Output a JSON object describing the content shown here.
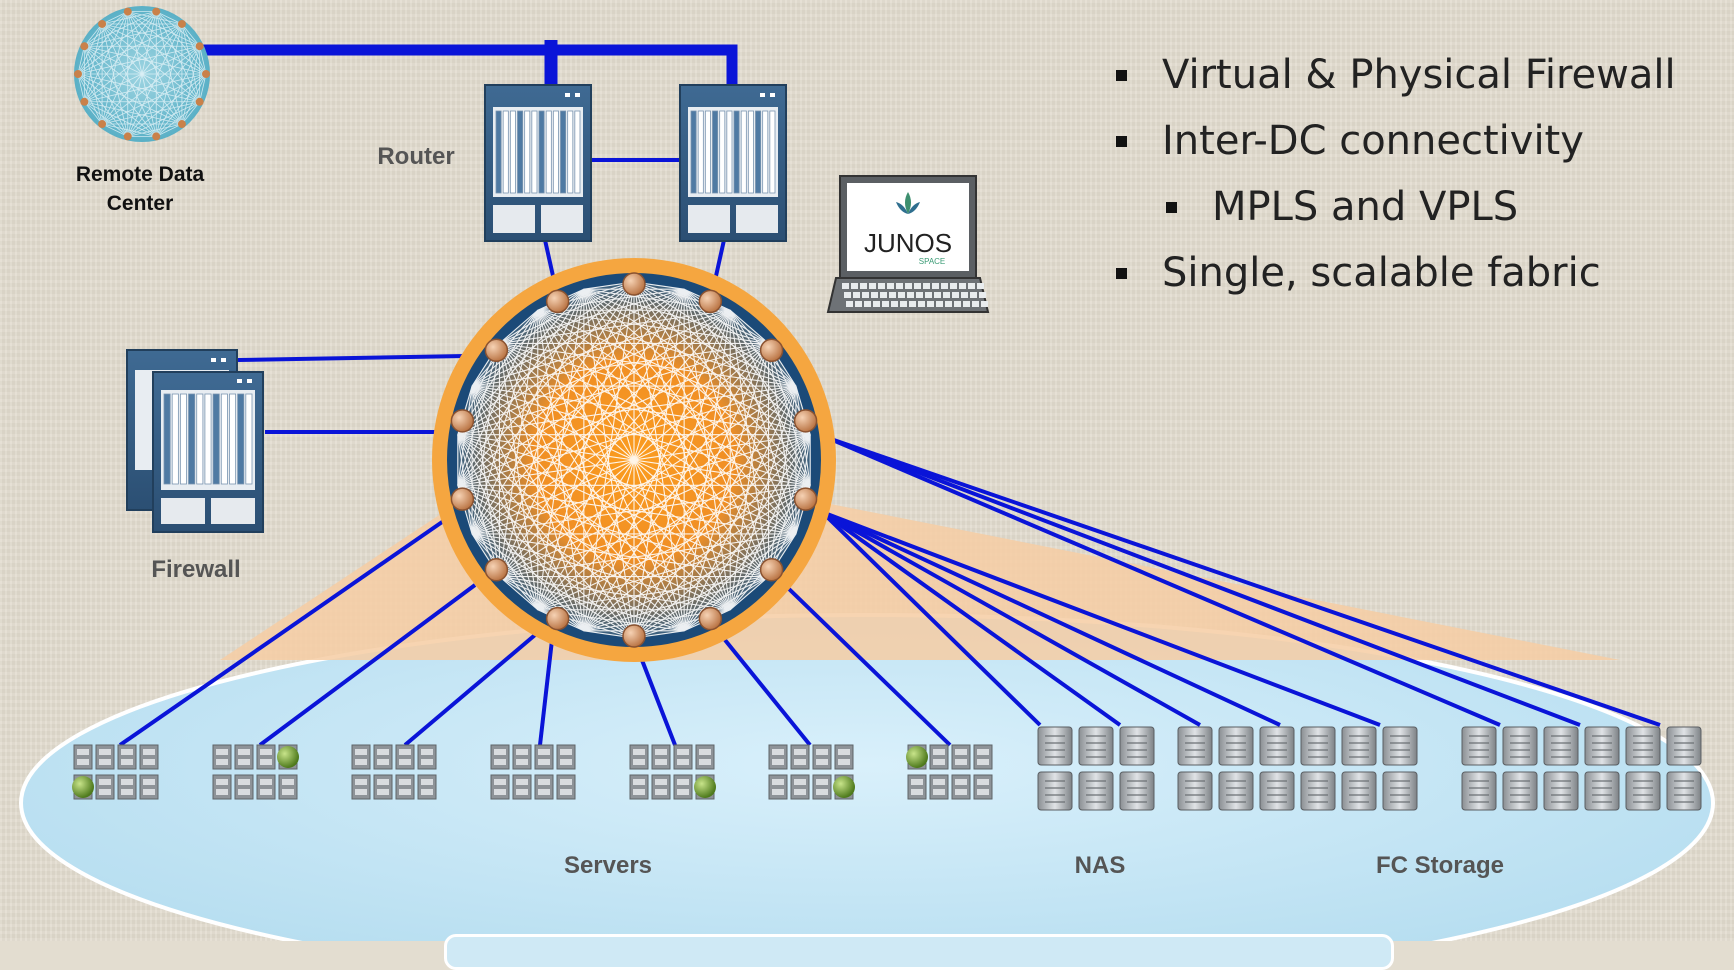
{
  "labels": {
    "remote_data_center": "Remote Data Center",
    "router": "Router",
    "firewall": "Firewall",
    "servers": "Servers",
    "nas": "NAS",
    "fc_storage": "FC Storage"
  },
  "bullets": [
    {
      "text": "Virtual & Physical  Firewall",
      "level": 1
    },
    {
      "text": "Inter-DC connectivity",
      "level": 1
    },
    {
      "text": "MPLS and VPLS",
      "level": 2
    },
    {
      "text": "Single, scalable fabric",
      "level": 1
    }
  ],
  "management": {
    "logo_text": "JUNOS",
    "logo_sub": "SPACE"
  },
  "colors": {
    "link": "#0a14d8",
    "fabric_ring": "#f4a23c",
    "fabric_core": "#f3961e",
    "fabric_mesh": "#1a4a7a",
    "lake": "#cbe7f6",
    "background": "#e2dccf",
    "node": "#c98a5a"
  }
}
